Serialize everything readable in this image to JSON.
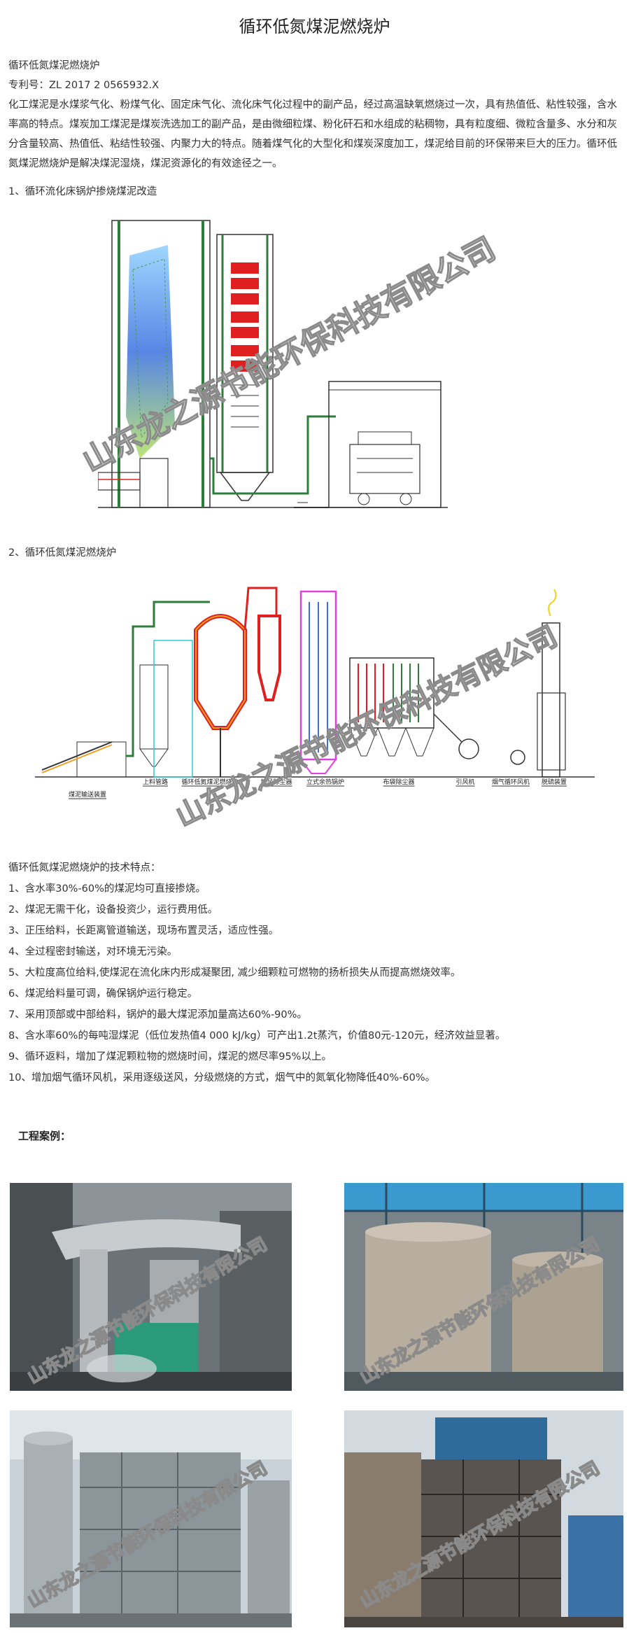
{
  "page": {
    "title": "循环低氮煤泥燃烧炉"
  },
  "intro": {
    "name": "循环低氮煤泥燃烧炉",
    "patent": "专利号：ZL 2017 2 0565932.X",
    "paragraph": "化工煤泥是水煤浆气化、粉煤气化、固定床气化、流化床气化过程中的副产品，经过高温缺氧燃烧过一次，具有热值低、粘性较强，含水率高的特点。煤炭加工煤泥是煤炭洗选加工的副产品，是由微细粒煤、粉化矸石和水组成的粘稠物，具有粒度细、微粒含量多、水分和灰分含量较高、热值低、粘结性较强、内聚力大的特点。随着煤气化的大型化和煤炭深度加工，煤泥给目前的环保带来巨大的压力。循环低氮煤泥燃烧炉是解决煤泥湿烧，煤泥资源化的有效途径之一。"
  },
  "sections": {
    "s1": "1、循环流化床锅炉掺烧煤泥改造",
    "s2": "2、循环低氮煤泥燃烧炉"
  },
  "diagram2": {
    "labels": [
      "煤泥输送装置",
      "上料管路",
      "循环低氮煤泥燃烧炉",
      "旋风除尘器",
      "立式余热锅炉",
      "布袋除尘器",
      "引风机",
      "烟气循环风机",
      "脱硫装置"
    ]
  },
  "watermark": {
    "text": "山东龙之源节能环保科技有限公司"
  },
  "features": {
    "title": "循环低氮煤泥燃烧炉的技术特点：",
    "items": [
      "1、含水率30%-60%的煤泥均可直接掺烧。",
      "2、煤泥无需干化，设备投资少，运行费用低。",
      "3、正压给料，长距离管道输送，现场布置灵活，适应性强。",
      "4、全过程密封输送，对环境无污染。",
      "5、大粒度高位给料,使煤泥在流化床内形成凝聚团, 减少细颗粒可燃物的扬析损失从而提高燃烧效率。",
      "6、煤泥给料量可调，确保锅炉运行稳定。",
      "7、采用顶部或中部给料，锅炉的最大煤泥添加量高达60%-90%。",
      "8、含水率60%的每吨湿煤泥（低位发热值4 000 kJ/kg）可产出1.2t蒸汽，价值80元-120元，经济效益显著。",
      "9、循环返料，增加了煤泥颗粒物的燃烧时间，煤泥的燃尽率95%以上。",
      "10、增加烟气循环风机，采用逐级送风，分级燃烧的方式，烟气中的氮氧化物降低40%-60%。"
    ]
  },
  "cases": {
    "title": "工程案例："
  },
  "colors": {
    "red": "#e02020",
    "green": "#2e7d3a",
    "magenta": "#e040e0",
    "cyan": "#30c8d8",
    "orange": "#f0a020",
    "watermark": "#8a8a8a"
  }
}
